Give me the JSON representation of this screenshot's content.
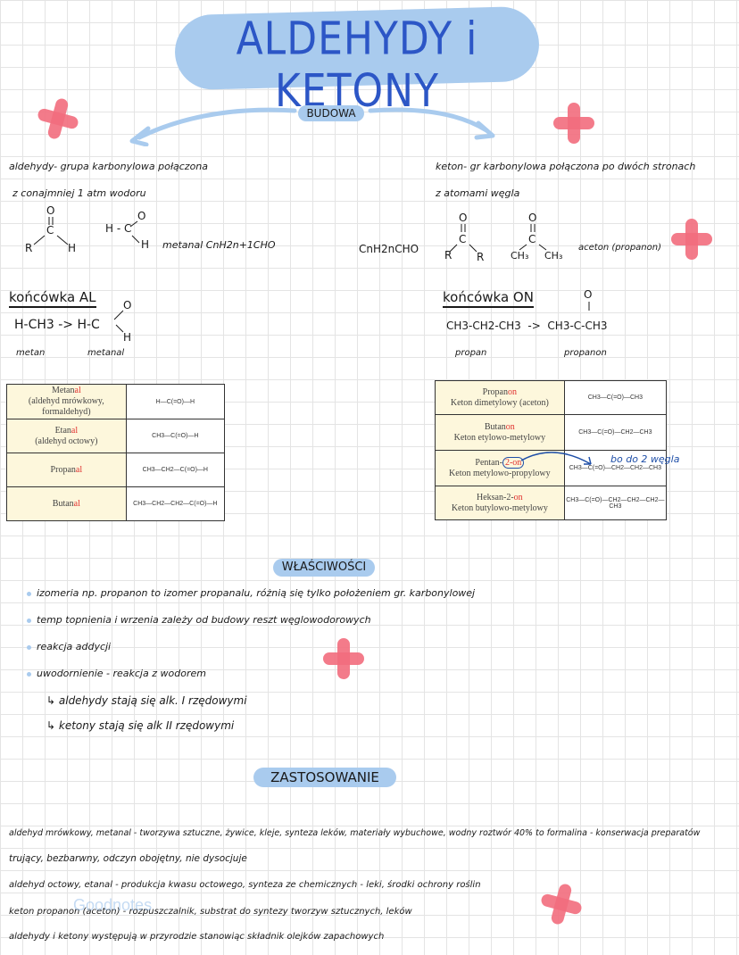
{
  "title": "ALDEHYDY i KETONY",
  "sections": {
    "budowa": "BUDOWA",
    "wlasciwosci": "WŁAŚCIWOŚCI",
    "zastosowanie": "ZASTOSOWANIE"
  },
  "left": {
    "def_line1": "aldehydy- grupa karbonylowa połączona",
    "def_line2": "z conajmniej 1 atm wodoru",
    "formula_label": "metanal  CnH2n+1CHO",
    "ending": "końcówka AL",
    "reaction": "H-CH3 -> H-C",
    "reaction_from": "metan",
    "reaction_to": "metanal",
    "table": [
      {
        "base": "Metan",
        "suffix": "al",
        "extra": "(aldehyd mrówkowy, formaldehyd)",
        "struct": "H—C(=O)—H"
      },
      {
        "base": "Etan",
        "suffix": "al",
        "extra": "(aldehyd octowy)",
        "struct": "CH3—C(=O)—H"
      },
      {
        "base": "Propan",
        "suffix": "al",
        "extra": "",
        "struct": "CH3—CH2—C(=O)—H"
      },
      {
        "base": "Butan",
        "suffix": "al",
        "extra": "",
        "struct": "CH3—CH2—CH2—C(=O)—H"
      }
    ]
  },
  "right": {
    "def_line1": "keton- gr karbonylowa połączona po dwóch stronach",
    "def_line2": "z atomami węgla",
    "formula_left": "CnH2nCHO",
    "formula_label": "aceton (propanon)",
    "ending": "końcówka ON",
    "reaction": "CH3-CH2-CH3  ->  CH3-C-CH3",
    "reaction_from": "propan",
    "reaction_to": "propanon",
    "annotation": "bo do 2 węgla",
    "table": [
      {
        "base": "Propan",
        "suffix": "on",
        "extra": "Keton dimetylowy (aceton)",
        "struct": "CH3—C(=O)—CH3"
      },
      {
        "base": "Butan",
        "suffix": "on",
        "extra": "Keton etylowo-metylowy",
        "struct": "CH3—C(=O)—CH2—CH3"
      },
      {
        "base": "Pentan-",
        "suffix": "2-on",
        "extra": "Keton metylowo-propylowy",
        "struct": "CH3—C(=O)—CH2—CH2—CH3"
      },
      {
        "base": "Heksan-2-",
        "suffix": "on",
        "extra": "Keton butylowo-metylowy",
        "struct": "CH3—C(=O)—CH2—CH2—CH2—CH3"
      }
    ]
  },
  "properties": [
    "izomeria np. propanon to izomer propanalu, różnią się tylko położeniem gr. karbonylowej",
    "temp topnienia i wrzenia zależy od budowy reszt węglowodorowych",
    "reakcja addycji",
    "uwodornienie - reakcja z wodorem"
  ],
  "subproperties": [
    "aldehydy stają się alk. I rzędowymi",
    "ketony stają się alk II rzędowymi"
  ],
  "usage": [
    "aldehyd mrówkowy, metanal - tworzywa sztuczne, żywice, kleje, synteza leków, materiały wybuchowe, wodny roztwór 40% to formalina - konserwacja preparatów",
    "trujący, bezbarwny, odczyn obojętny, nie dysocjuje",
    "aldehyd octowy, etanal - produkcja kwasu octowego, synteza ze chemicznych - leki, środki ochrony roślin",
    "keton propanon (aceton) - rozpuszczalnik, substrat do syntezy tworzyw sztucznych, leków",
    "aldehydy i ketony występują w przyrodzie stanowiąc składnik olejków zapachowych"
  ],
  "watermark": "Goodnotes",
  "colors": {
    "accent": "#a9cbee",
    "title": "#2c56c6",
    "cross": "#f26d7d",
    "highlight": "#e0312f"
  }
}
